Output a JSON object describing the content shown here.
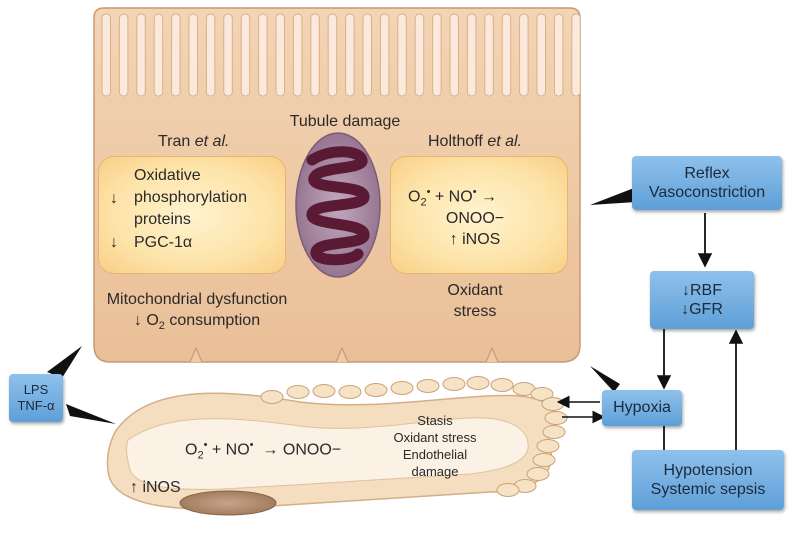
{
  "cell": {
    "title": "Tubule damage",
    "left_ref": "Tran",
    "left_ref_suffix": "et al.",
    "right_ref": "Holthoff",
    "right_ref_suffix": "et al.",
    "left_box": {
      "line1": "Oxidative",
      "line2": "phosphorylation",
      "line3": "proteins",
      "line4": "PGC-1α",
      "arrow": "↓"
    },
    "right_box": {
      "line1a": "O",
      "line1b": "2",
      "line1c": "•",
      "line1d": "+ NO",
      "line1e": "•",
      "line1f": "→",
      "line2": "ONOO−",
      "line3": "↑ iNOS"
    },
    "left_caption": {
      "line1": "Mitochondrial dysfunction",
      "line2a": "↓ O",
      "line2b": "2",
      "line2c": " consumption"
    },
    "right_caption": {
      "line1": "Oxidant",
      "line2": "stress"
    }
  },
  "vessel": {
    "formula_a": "O",
    "formula_b": "2",
    "formula_c": "•",
    "formula_d": " + NO",
    "formula_e": "•",
    "formula_f": "  → ONOO−",
    "inos": "↑ iNOS",
    "right_text": [
      "Stasis",
      "Oxidant stress",
      "Endothelial",
      "damage"
    ]
  },
  "boxes": {
    "lps": [
      "LPS",
      "TNF-α"
    ],
    "reflex": [
      "Reflex",
      "Vasoconstriction"
    ],
    "rbf": [
      "↓RBF",
      "↓GFR"
    ],
    "hypoxia": "Hypoxia",
    "hypotension": [
      "Hypotension",
      "Systemic sepsis"
    ]
  },
  "colors": {
    "cell_fill": "#efc9a4",
    "cell_stroke": "#c89a74",
    "mito_fill": "#a5879f",
    "mito_cristae": "#5a1a33",
    "box_blue": "#6ea9de",
    "vessel_fill": "#f3d7b5"
  }
}
